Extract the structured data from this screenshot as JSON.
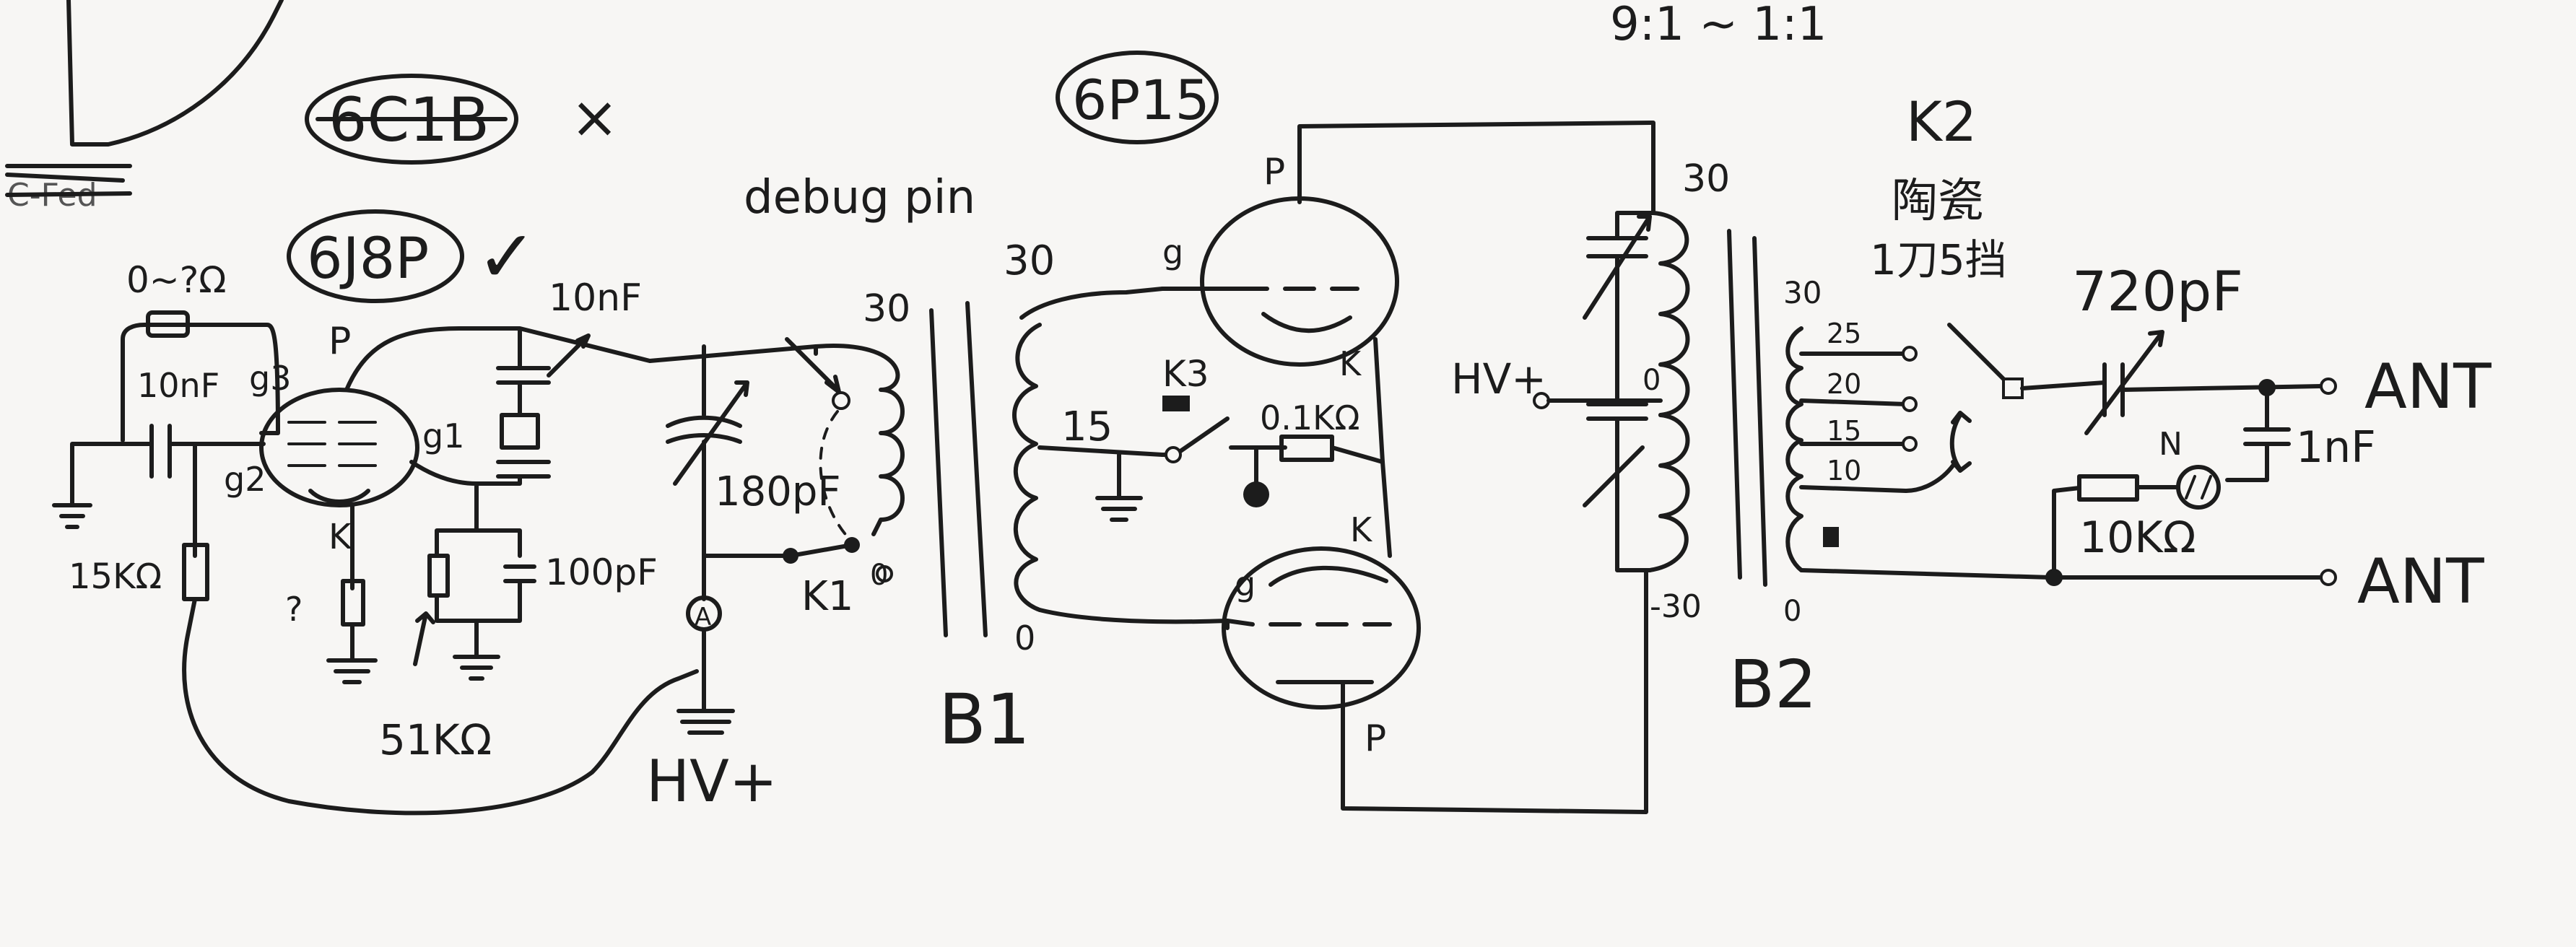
{
  "tubes": {
    "rejected": "6C1B",
    "rejected_mark": "×",
    "oscillator": "6J8P",
    "oscillator_mark": "✓",
    "power": "6P15"
  },
  "ratio_label": "9:1 ~ 1:1",
  "scratched_label": "C-Fed",
  "oscillator_stage": {
    "grid_leak_top": "0~?Ω",
    "coupling_cap": "10nF",
    "g3": "g3",
    "g2": "g2",
    "g1": "g1",
    "plate": "P",
    "cathode": "K",
    "screen_resistor": "15KΩ",
    "cathode_question": "?",
    "plate_cap": "10nF",
    "bias_cap": "100pF",
    "bias_resistor": "51KΩ",
    "tank_cap": "180pF",
    "debug": "debug pin",
    "ammeter": "A",
    "hv": "HV+",
    "switch_k1": "K1",
    "k1_zero": "0",
    "coil_top": "30"
  },
  "transformer_b1": {
    "name": "B1",
    "tap_top": "30",
    "tap_mid": "15",
    "tap_bottom": "0",
    "grid_label": "g",
    "grid_label_2": "g"
  },
  "power_stage": {
    "plate_top": "P",
    "cathode_top": "K",
    "cathode_bottom": "K",
    "plate_bottom": "P",
    "switch_k3": "K3",
    "cathode_resistor": "0.1KΩ"
  },
  "transformer_b2": {
    "name": "B2",
    "tap_top": "30",
    "tap_center": "0",
    "tap_bottom": "-30",
    "hv": "HV+"
  },
  "output_stage": {
    "switch_k2": "K2",
    "switch_note_1": "陶瓷",
    "switch_note_2": "1刀5挡",
    "taps": [
      "30",
      "25",
      "20",
      "15",
      "10"
    ],
    "tap_bottom": "0",
    "series_cap": "720pF",
    "shunt_cap": "1nF",
    "neon": "N",
    "resistor": "10KΩ",
    "ant_top": "ANT",
    "ant_bottom": "ANT"
  }
}
